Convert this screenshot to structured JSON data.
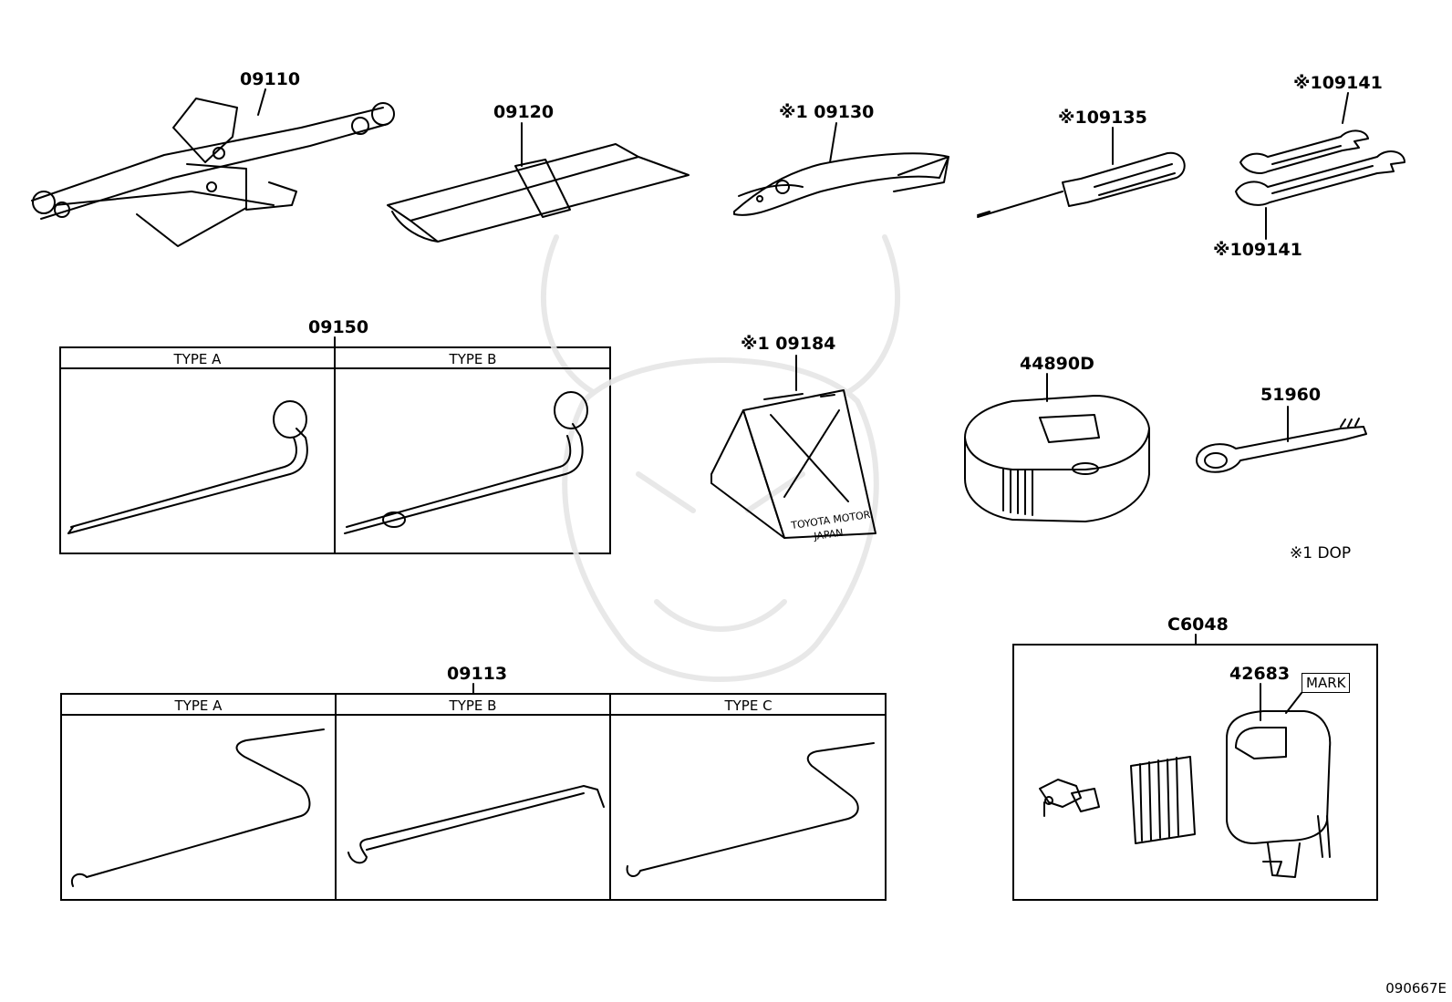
{
  "parts": {
    "jack": "09110",
    "tool_bag": "09120",
    "pliers": "※1 09130",
    "screwdriver": "※109135",
    "wrench_top": "※109141",
    "wrench_bottom": "※109141",
    "handle": "09150",
    "triangle": "※1 09184",
    "repair_kit": "44890D",
    "tow_hook": "51960",
    "jack_handle": "09113",
    "kit": "C6048",
    "compressor": "42683"
  },
  "type_labels": {
    "a": "TYPE A",
    "b": "TYPE B",
    "c": "TYPE C"
  },
  "triangle_text": {
    "line1": "TOYOTA MOTOR",
    "line2": "JAPAN"
  },
  "mark_label": "MARK",
  "note": "※1 DOP",
  "drawing_code": "090667E"
}
